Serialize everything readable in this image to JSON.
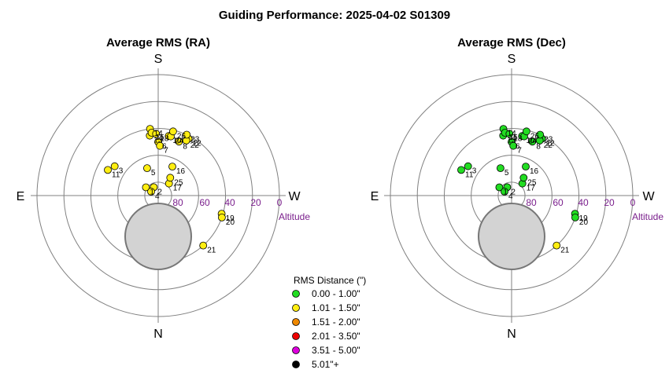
{
  "title": "Guiding Performance: 2025-04-02 S01309",
  "compass": {
    "south": "S",
    "north": "N",
    "east": "E",
    "west": "W"
  },
  "altitude_axis": {
    "label": "Altitude",
    "ticks": [
      "80",
      "60",
      "40",
      "20",
      "0"
    ]
  },
  "legend": {
    "title": "RMS Distance (\")",
    "items": [
      {
        "label": "0.00 - 1.00\"",
        "color": "#22dd22"
      },
      {
        "label": "1.01 - 1.50\"",
        "color": "#ffee11"
      },
      {
        "label": "1.51 - 2.00\"",
        "color": "#ee8800"
      },
      {
        "label": "2.01 - 3.50\"",
        "color": "#ee0000"
      },
      {
        "label": "3.51 - 5.00\"",
        "color": "#dd00dd"
      },
      {
        "label": "5.01\"+",
        "color": "#000000"
      }
    ]
  },
  "colors": {
    "moon_fill": "#d3d3d3",
    "moon_stroke": "#777777",
    "grid": "#808080",
    "altitude_text": "#7a1f8c"
  },
  "chart_data": [
    {
      "type": "scatter",
      "coordinate_system": "polar (azimuth, altitude)",
      "title": "Average RMS (RA)",
      "points": [
        {
          "label": "1",
          "az": 124,
          "alt": 79,
          "color": "#ffee11"
        },
        {
          "label": "2",
          "az": 152,
          "alt": 83,
          "color": "#ffee11"
        },
        {
          "label": "3",
          "az": 124,
          "alt": 51,
          "color": "#ffee11"
        },
        {
          "label": "4",
          "az": 119,
          "alt": 84,
          "color": "#ffee11"
        },
        {
          "label": "5",
          "az": 158,
          "alt": 68,
          "color": "#ffee11"
        },
        {
          "label": "6",
          "az": 180,
          "alt": 50,
          "color": "#ffee11"
        },
        {
          "label": "7",
          "az": 182,
          "alt": 53,
          "color": "#ffee11"
        },
        {
          "label": "8",
          "az": 201,
          "alt": 47,
          "color": "#ffee11"
        },
        {
          "label": "10",
          "az": 190,
          "alt": 45,
          "color": "#ffee11"
        },
        {
          "label": "11",
          "az": 117,
          "alt": 48,
          "color": "#ffee11"
        },
        {
          "label": "12",
          "az": 208,
          "alt": 42,
          "color": "#ffee11"
        },
        {
          "label": "13",
          "az": 172,
          "alt": 45,
          "color": "#ffee11"
        },
        {
          "label": "14",
          "az": 173,
          "alt": 40,
          "color": "#ffee11"
        },
        {
          "label": "15",
          "az": 174,
          "alt": 43,
          "color": "#ffee11"
        },
        {
          "label": "16",
          "az": 206,
          "alt": 66,
          "color": "#ffee11"
        },
        {
          "label": "17",
          "az": 222,
          "alt": 78,
          "color": "#ffee11"
        },
        {
          "label": "18",
          "az": 178,
          "alt": 44,
          "color": "#ffee11"
        },
        {
          "label": "19",
          "az": 286,
          "alt": 41,
          "color": "#ffee11"
        },
        {
          "label": "20",
          "az": 289,
          "alt": 40,
          "color": "#ffee11"
        },
        {
          "label": "21",
          "az": 318,
          "alt": 40,
          "color": "#ffee11"
        },
        {
          "label": "22",
          "az": 207,
          "alt": 44,
          "color": "#ffee11"
        },
        {
          "label": "23",
          "az": 205,
          "alt": 40,
          "color": "#ffee11"
        },
        {
          "label": "24",
          "az": 192,
          "alt": 45,
          "color": "#ffee11"
        },
        {
          "label": "25",
          "az": 214,
          "alt": 74,
          "color": "#ffee11"
        },
        {
          "label": "26",
          "az": 193,
          "alt": 41,
          "color": "#ffee11"
        }
      ]
    },
    {
      "type": "scatter",
      "coordinate_system": "polar (azimuth, altitude)",
      "title": "Average RMS (Dec)",
      "points": [
        {
          "label": "1",
          "az": 124,
          "alt": 79,
          "color": "#22dd22"
        },
        {
          "label": "2",
          "az": 152,
          "alt": 83,
          "color": "#22dd22"
        },
        {
          "label": "3",
          "az": 124,
          "alt": 51,
          "color": "#22dd22"
        },
        {
          "label": "4",
          "az": 119,
          "alt": 84,
          "color": "#22dd22"
        },
        {
          "label": "5",
          "az": 158,
          "alt": 68,
          "color": "#22dd22"
        },
        {
          "label": "6",
          "az": 180,
          "alt": 50,
          "color": "#22dd22"
        },
        {
          "label": "7",
          "az": 182,
          "alt": 53,
          "color": "#22dd22"
        },
        {
          "label": "8",
          "az": 201,
          "alt": 47,
          "color": "#22dd22"
        },
        {
          "label": "10",
          "az": 190,
          "alt": 45,
          "color": "#22dd22"
        },
        {
          "label": "11",
          "az": 117,
          "alt": 48,
          "color": "#22dd22"
        },
        {
          "label": "12",
          "az": 208,
          "alt": 42,
          "color": "#22dd22"
        },
        {
          "label": "13",
          "az": 172,
          "alt": 45,
          "color": "#22dd22"
        },
        {
          "label": "14",
          "az": 173,
          "alt": 40,
          "color": "#22dd22"
        },
        {
          "label": "15",
          "az": 174,
          "alt": 43,
          "color": "#22dd22"
        },
        {
          "label": "16",
          "az": 206,
          "alt": 66,
          "color": "#22dd22"
        },
        {
          "label": "17",
          "az": 222,
          "alt": 78,
          "color": "#22dd22"
        },
        {
          "label": "18",
          "az": 178,
          "alt": 44,
          "color": "#22dd22"
        },
        {
          "label": "19",
          "az": 286,
          "alt": 41,
          "color": "#22dd22"
        },
        {
          "label": "20",
          "az": 289,
          "alt": 40,
          "color": "#22dd22"
        },
        {
          "label": "21",
          "az": 318,
          "alt": 40,
          "color": "#ffee11"
        },
        {
          "label": "22",
          "az": 207,
          "alt": 44,
          "color": "#22dd22"
        },
        {
          "label": "23",
          "az": 205,
          "alt": 40,
          "color": "#22dd22"
        },
        {
          "label": "24",
          "az": 192,
          "alt": 45,
          "color": "#22dd22"
        },
        {
          "label": "25",
          "az": 214,
          "alt": 74,
          "color": "#22dd22"
        },
        {
          "label": "26",
          "az": 193,
          "alt": 41,
          "color": "#22dd22"
        }
      ]
    }
  ]
}
